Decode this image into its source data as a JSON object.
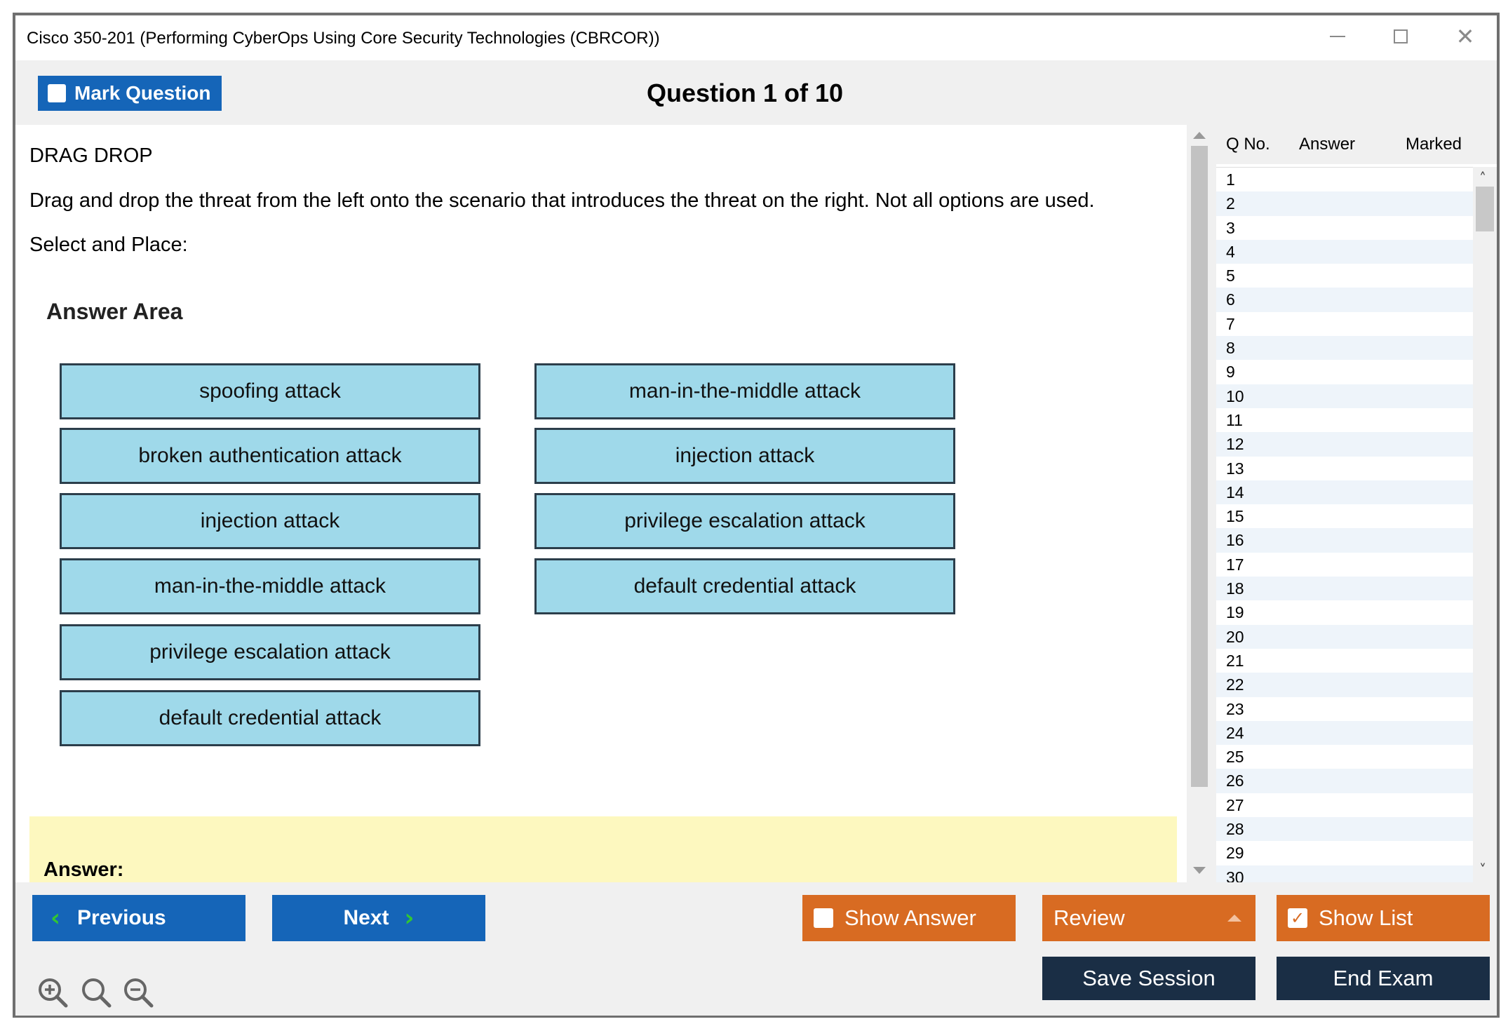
{
  "window": {
    "title": "Cisco 350-201 (Performing CyberOps Using Core Security Technologies (CBRCOR))"
  },
  "header": {
    "mark_label": "Mark Question",
    "question_title": "Question 1 of 10"
  },
  "question": {
    "type": "DRAG DROP",
    "text": "Drag and drop the threat from the left onto the scenario that introduces the threat on the right. Not all options are used.",
    "select_label": "Select and Place:"
  },
  "answer_area": {
    "title": "Answer Area",
    "left_options": [
      "spoofing attack",
      "broken authentication attack",
      "injection attack",
      "man-in-the-middle attack",
      "privilege escalation attack",
      "default credential attack"
    ],
    "right_targets": [
      "man-in-the-middle attack",
      "injection attack",
      "privilege escalation attack",
      "default credential attack"
    ]
  },
  "answer_label": "Answer:",
  "question_list": {
    "headers": [
      "Q No.",
      "Answer",
      "Marked"
    ],
    "numbers": [
      "1",
      "2",
      "3",
      "4",
      "5",
      "6",
      "7",
      "8",
      "9",
      "10",
      "11",
      "12",
      "13",
      "14",
      "15",
      "16",
      "17",
      "18",
      "19",
      "20",
      "21",
      "22",
      "23",
      "24",
      "25",
      "26",
      "27",
      "28",
      "29",
      "30"
    ]
  },
  "buttons": {
    "previous": "Previous",
    "next": "Next",
    "show_answer": "Show Answer",
    "review": "Review",
    "show_list": "Show List",
    "save_session": "Save Session",
    "end_exam": "End Exam"
  },
  "icons": {
    "zoom_in": "zoom-in-icon",
    "zoom_reset": "zoom-reset-icon",
    "zoom_out": "zoom-out-icon"
  },
  "colors": {
    "primary_blue": "#1565b8",
    "orange": "#d86b22",
    "navy": "#1a2e45",
    "drag_box": "#9fd9ea",
    "answer_bg": "#fdf8bf",
    "chevron_green": "#32c632"
  }
}
